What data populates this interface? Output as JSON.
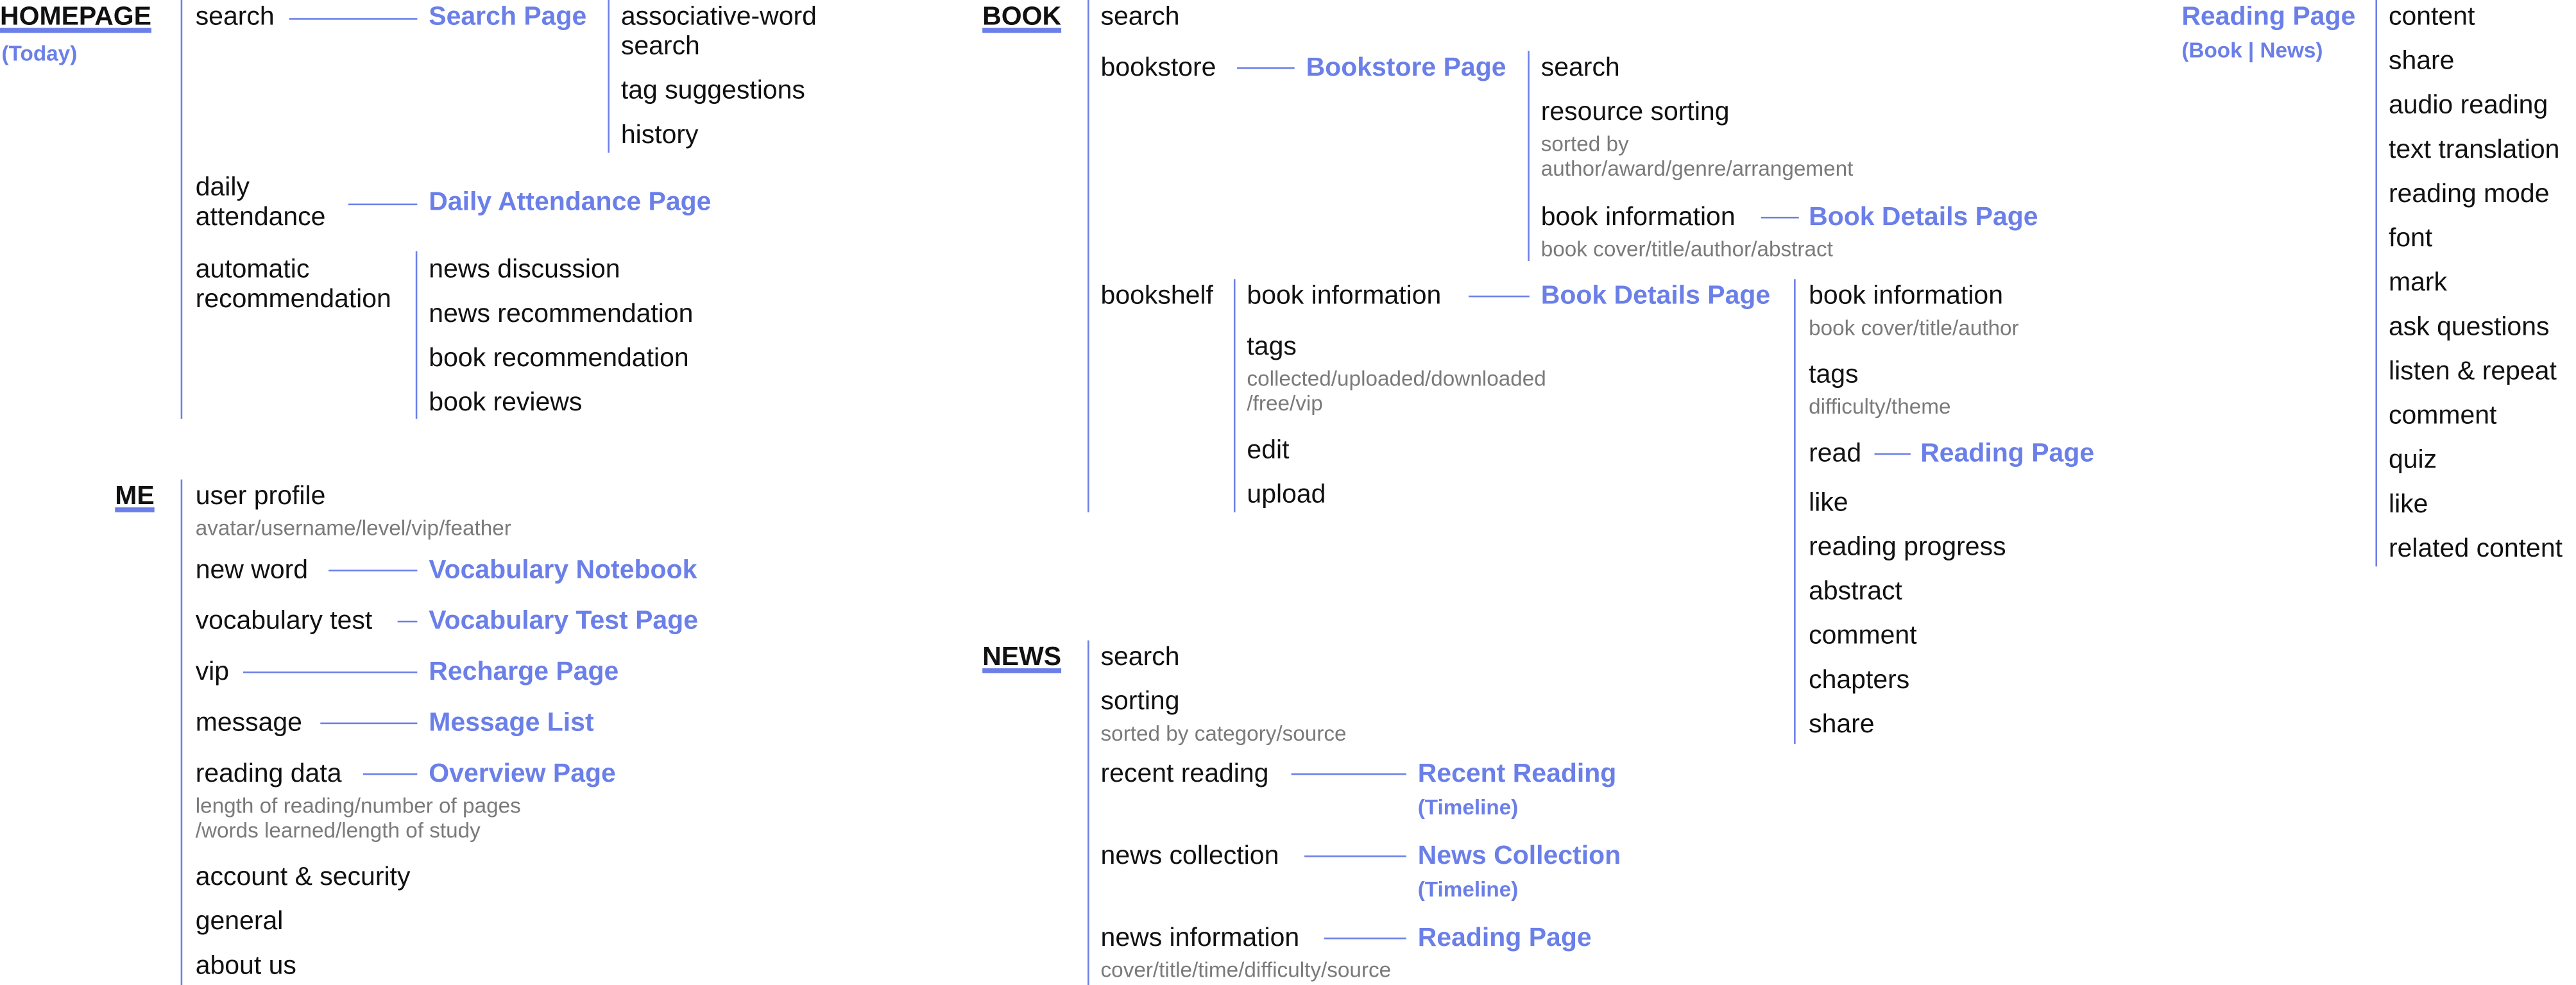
{
  "colors": {
    "accent": "#6b7fe8",
    "text": "#111111",
    "muted": "#7a7a7a"
  },
  "homepage": {
    "title": "HOMEPAGE",
    "subtitle": "(Today)",
    "search": "search",
    "search_page": "Search Page",
    "search_items": [
      "associative-word search",
      "tag suggestions",
      "history"
    ],
    "daily_attendance": [
      "daily",
      "attendance"
    ],
    "daily_attendance_page": "Daily Attendance Page",
    "auto_rec": [
      "automatic",
      "recommendation"
    ],
    "auto_rec_items": [
      "news discussion",
      "news recommendation",
      "book recommendation",
      "book reviews"
    ]
  },
  "me": {
    "title": "ME",
    "user_profile": "user profile",
    "user_profile_sub": "avatar/username/level/vip/feather",
    "new_word": "new word",
    "new_word_page": "Vocabulary Notebook",
    "vocab_test": "vocabulary test",
    "vocab_test_page": "Vocabulary Test Page",
    "vip": "vip",
    "vip_page": "Recharge Page",
    "message": "message",
    "message_page": "Message List",
    "reading_data": "reading data",
    "reading_data_page": "Overview Page",
    "reading_data_sub": [
      "length of reading/number of pages",
      "/words learned/length of study"
    ],
    "account": "account & security",
    "general": "general",
    "about": "about us"
  },
  "book": {
    "title": "BOOK",
    "search": "search",
    "bookstore": "bookstore",
    "bookstore_page": "Bookstore Page",
    "bs_search": "search",
    "bs_sorting": "resource sorting",
    "bs_sorting_sub": [
      "sorted by",
      "author/award/genre/arrangement"
    ],
    "bs_info": "book information",
    "bs_info_page": "Book Details Page",
    "bs_info_sub": "book cover/title/author/abstract",
    "bookshelf": "bookshelf",
    "sh_info": "book information",
    "sh_info_page": "Book Details Page",
    "sh_tags": "tags",
    "sh_tags_sub": [
      "collected/uploaded/downloaded",
      "/free/vip"
    ],
    "sh_edit": "edit",
    "sh_upload": "upload",
    "d_info": "book information",
    "d_info_sub": "book cover/title/author",
    "d_tags": "tags",
    "d_tags_sub": "difficulty/theme",
    "d_read": "read",
    "d_read_page": "Reading Page",
    "d_items": [
      "like",
      "reading progress",
      "abstract",
      "comment",
      "chapters",
      "share"
    ]
  },
  "news": {
    "title": "NEWS",
    "search": "search",
    "sorting": "sorting",
    "sorting_sub": "sorted by category/source",
    "recent": "recent reading",
    "recent_page": "Recent Reading",
    "recent_page_sub": "(Timeline)",
    "collection": "news collection",
    "collection_page": "News Collection",
    "collection_page_sub": "(Timeline)",
    "info": "news information",
    "info_page": "Reading Page",
    "info_sub": "cover/title/time/difficulty/source"
  },
  "reading": {
    "title": "Reading Page",
    "subtitle": "(Book | News)",
    "items": [
      "content",
      "share",
      "audio reading",
      "text translation",
      "reading mode",
      "font",
      "mark",
      "ask questions",
      "listen & repeat",
      "comment",
      "quiz",
      "like",
      "related content"
    ]
  }
}
